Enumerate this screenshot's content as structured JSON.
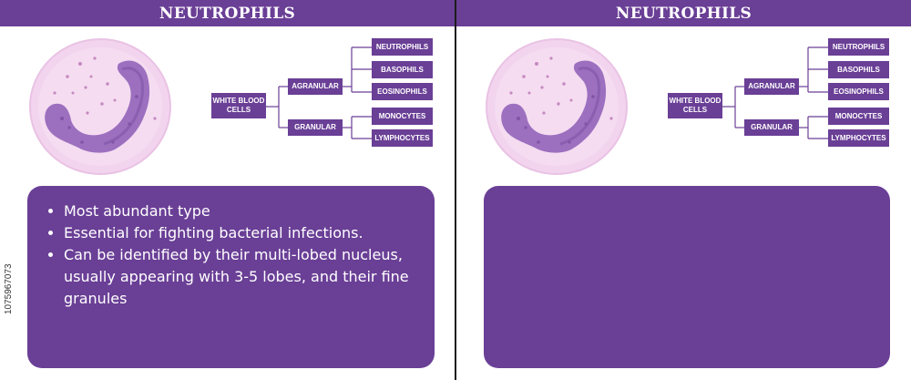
{
  "colors": {
    "accent": "#6a3f96",
    "cell_outer": "#f2d4ee",
    "cell_inner": "#e7bfe3",
    "nucleus": "#9c6fbf",
    "nucleus_dark": "#7f55a6"
  },
  "left_panel": {
    "title": "NEUTROPHILS",
    "tree": {
      "root": "WHITE BLOOD CELLS",
      "agranular": "AGRANULAR",
      "granular": "GRANULAR",
      "leaves": [
        "NEUTROPHILS",
        "BASOPHILS",
        "EOSINOPHILS",
        "MONOCYTES",
        "LYMPHOCYTES"
      ]
    },
    "bullets": [
      "Most abundant type",
      "Essential for fighting bacterial infections.",
      "Can be identified by their multi-lobed nucleus, usually appearing with 3-5 lobes, and their fine granules"
    ]
  },
  "right_panel": {
    "title": "NEUTROPHILS",
    "tree": {
      "root": "WHITE BLOOD CELLS",
      "agranular": "AGRANULAR",
      "granular": "GRANULAR",
      "leaves": [
        "NEUTROPHILS",
        "BASOPHILS",
        "EOSINOPHILS",
        "MONOCYTES",
        "LYMPHOCYTES"
      ]
    }
  },
  "image_id": "1075967073"
}
